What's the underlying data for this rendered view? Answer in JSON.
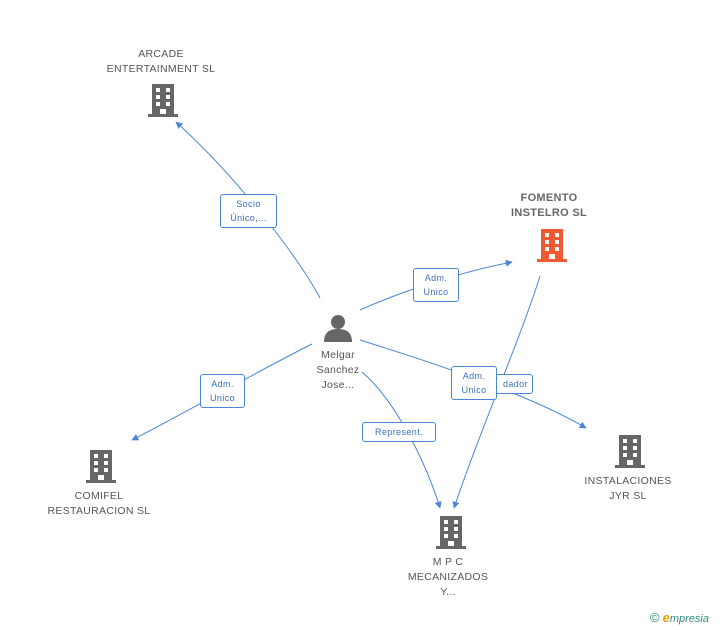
{
  "colors": {
    "edge": "#4a86d4",
    "building": "#666666",
    "focus_building": "#f05a30",
    "person": "#666666"
  },
  "nodes": {
    "arcade": {
      "lines": [
        "ARCADE",
        "ENTERTAINMENT SL"
      ],
      "icon": "building-icon"
    },
    "fomento": {
      "lines": [
        "FOMENTO",
        "INSTELRO SL"
      ],
      "icon": "building-icon"
    },
    "person": {
      "lines": [
        "Melgar",
        "Sanchez",
        "Jose..."
      ],
      "icon": "person-icon"
    },
    "comifel": {
      "lines": [
        "COMIFEL",
        "RESTAURACION SL"
      ],
      "icon": "building-icon"
    },
    "mpc": {
      "lines": [
        "M P C",
        "MECANIZADOS",
        "Y..."
      ],
      "icon": "building-icon"
    },
    "instalaciones": {
      "lines": [
        "INSTALACIONES",
        "JYR SL"
      ],
      "icon": "building-icon"
    }
  },
  "edges": {
    "arcade": [
      "Socio",
      "Único,..."
    ],
    "fomento": [
      "Adm.",
      "Unico"
    ],
    "comifel": [
      "Adm.",
      "Unico"
    ],
    "instalaciones": [
      "Adm.",
      "Unico"
    ],
    "mpc": [
      "Represent."
    ],
    "fomento_mpc": [
      "dador"
    ]
  },
  "footer": {
    "copyright": "©",
    "brand_initial": "e",
    "brand_rest": "mpresia"
  }
}
